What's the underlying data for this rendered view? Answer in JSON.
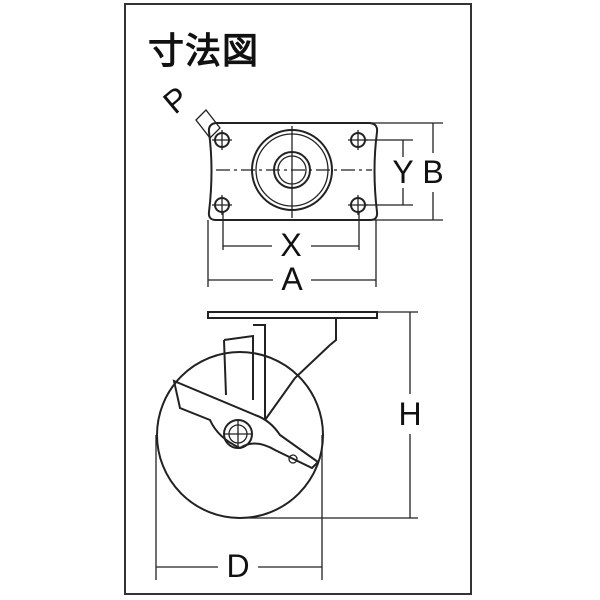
{
  "title": "寸法図",
  "labels": {
    "P": "P",
    "Y": "Y",
    "B": "B",
    "X": "X",
    "A": "A",
    "H": "H",
    "D": "D"
  }
}
